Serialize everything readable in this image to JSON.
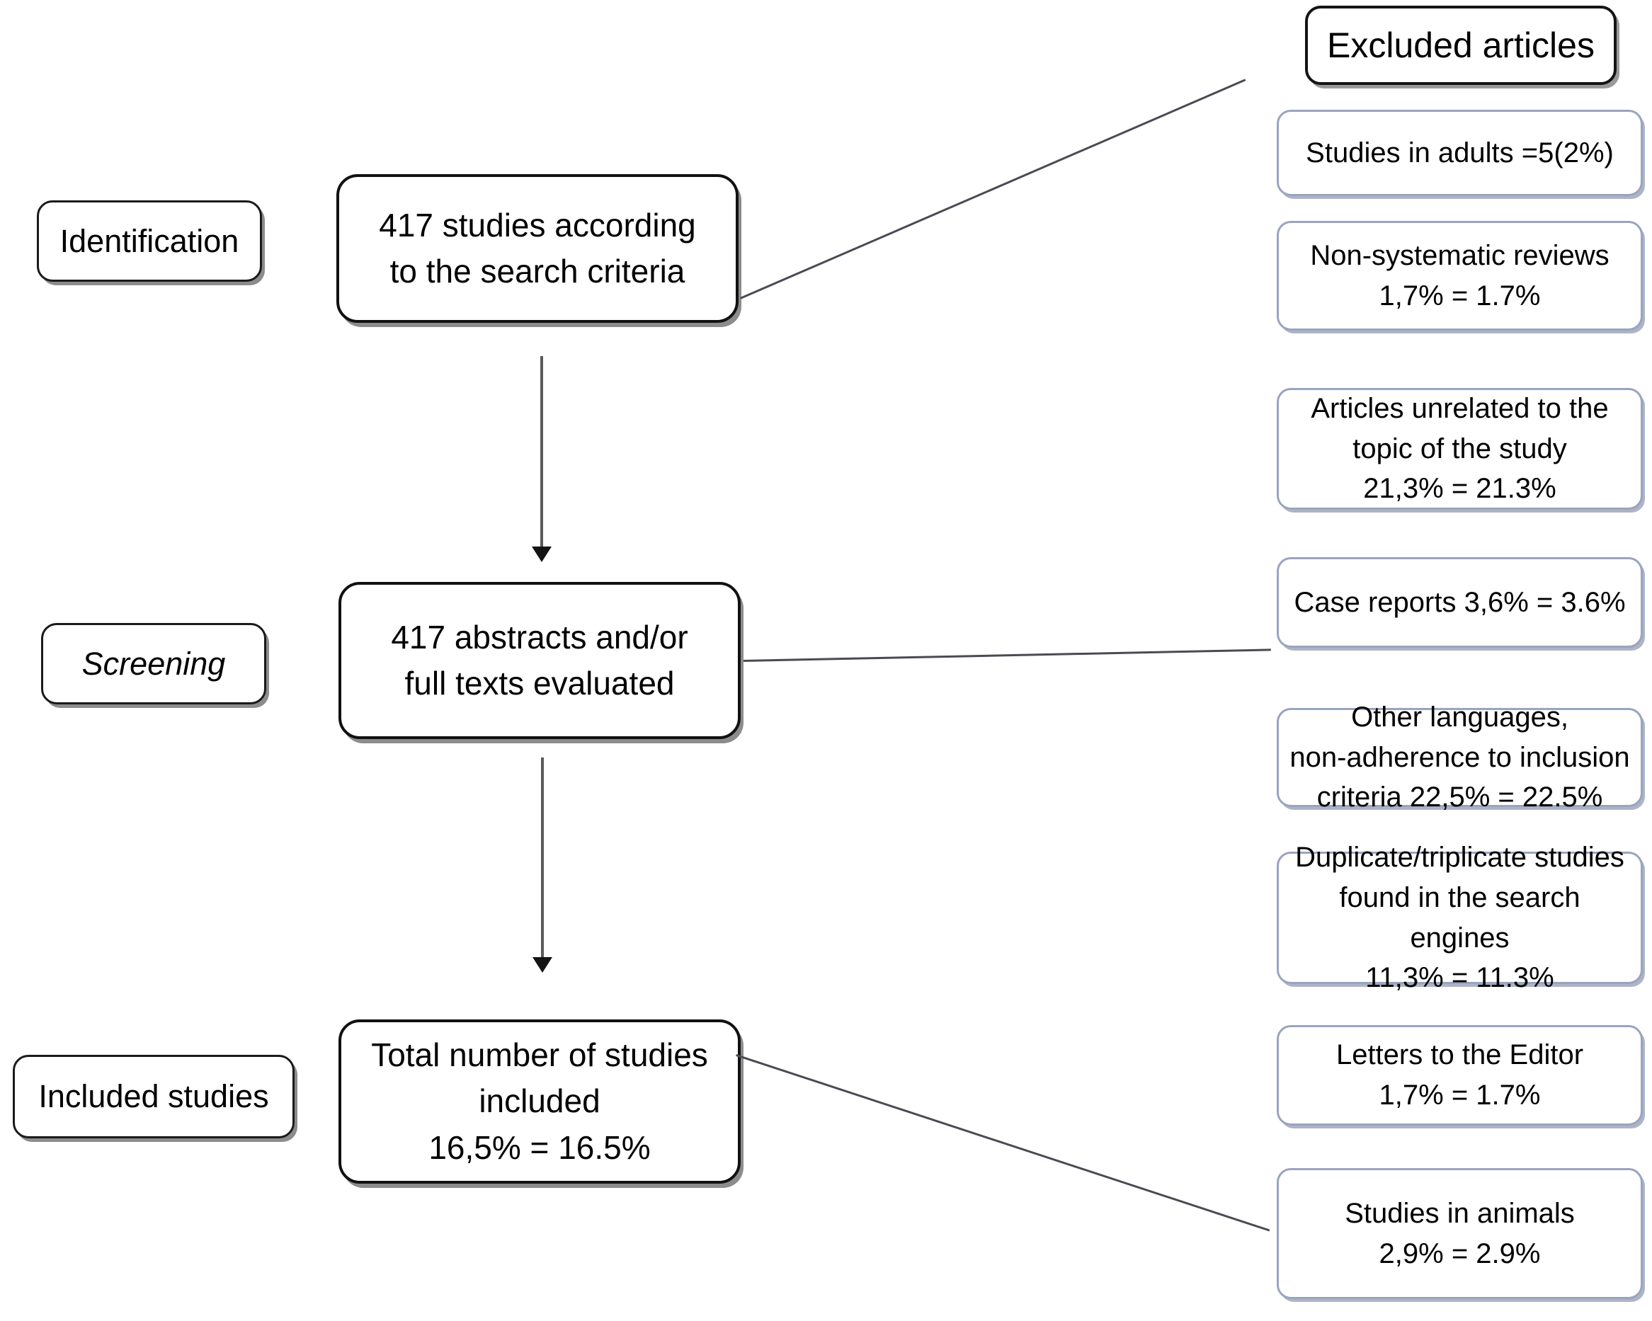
{
  "diagram": {
    "title": "PRISMA study selection flow diagram",
    "stages": [
      {
        "id": "identification",
        "label": "Identification",
        "italic": false
      },
      {
        "id": "screening",
        "label": "Screening",
        "italic": true
      },
      {
        "id": "included",
        "label": "Included studies",
        "italic": false
      }
    ],
    "flow_boxes": [
      {
        "id": "identified",
        "label": "417 studies according\nto the search criteria",
        "count": 417
      },
      {
        "id": "screened",
        "label": "417 abstracts and/or\nfull texts evaluated",
        "count": 417
      },
      {
        "id": "included-total",
        "label": "Total number of studies\nincluded\n16,5% = 16.5%",
        "percent": 16.5
      }
    ],
    "excluded": {
      "header": "Excluded articles",
      "reasons": [
        {
          "id": "adults",
          "label": "Studies in adults =5(2%)",
          "count": 5,
          "percent": 2
        },
        {
          "id": "non-systematic-reviews",
          "label": "Non-systematic reviews\n1,7% = 1.7%",
          "percent": 1.7
        },
        {
          "id": "unrelated-topic",
          "label": "Articles unrelated to the\ntopic of the study\n21,3% = 21.3%",
          "percent": 21.3
        },
        {
          "id": "case-reports",
          "label": "Case reports 3,6% = 3.6%",
          "percent": 3.6
        },
        {
          "id": "other-languages",
          "label": "Other languages,\nnon-adherence to inclusion\ncriteria  22,5% = 22.5%",
          "percent": 22.5
        },
        {
          "id": "duplicates",
          "label": "Duplicate/triplicate studies\nfound in the search engines\n11,3% = 11.3%",
          "percent": 11.3
        },
        {
          "id": "letters-editor",
          "label": "Letters to the Editor\n1,7% = 1.7%",
          "percent": 1.7
        },
        {
          "id": "animals",
          "label": "Studies in animals\n2,9% = 2.9%",
          "percent": 2.9
        }
      ]
    },
    "colors": {
      "background": "#ffffff",
      "text": "#000000",
      "stage_border": "#1a1a1a",
      "main_border": "#111111",
      "exclusion_border": "#9aa4bf",
      "shadow": "#8c8c8c",
      "connector": "#5a5a5a"
    }
  }
}
